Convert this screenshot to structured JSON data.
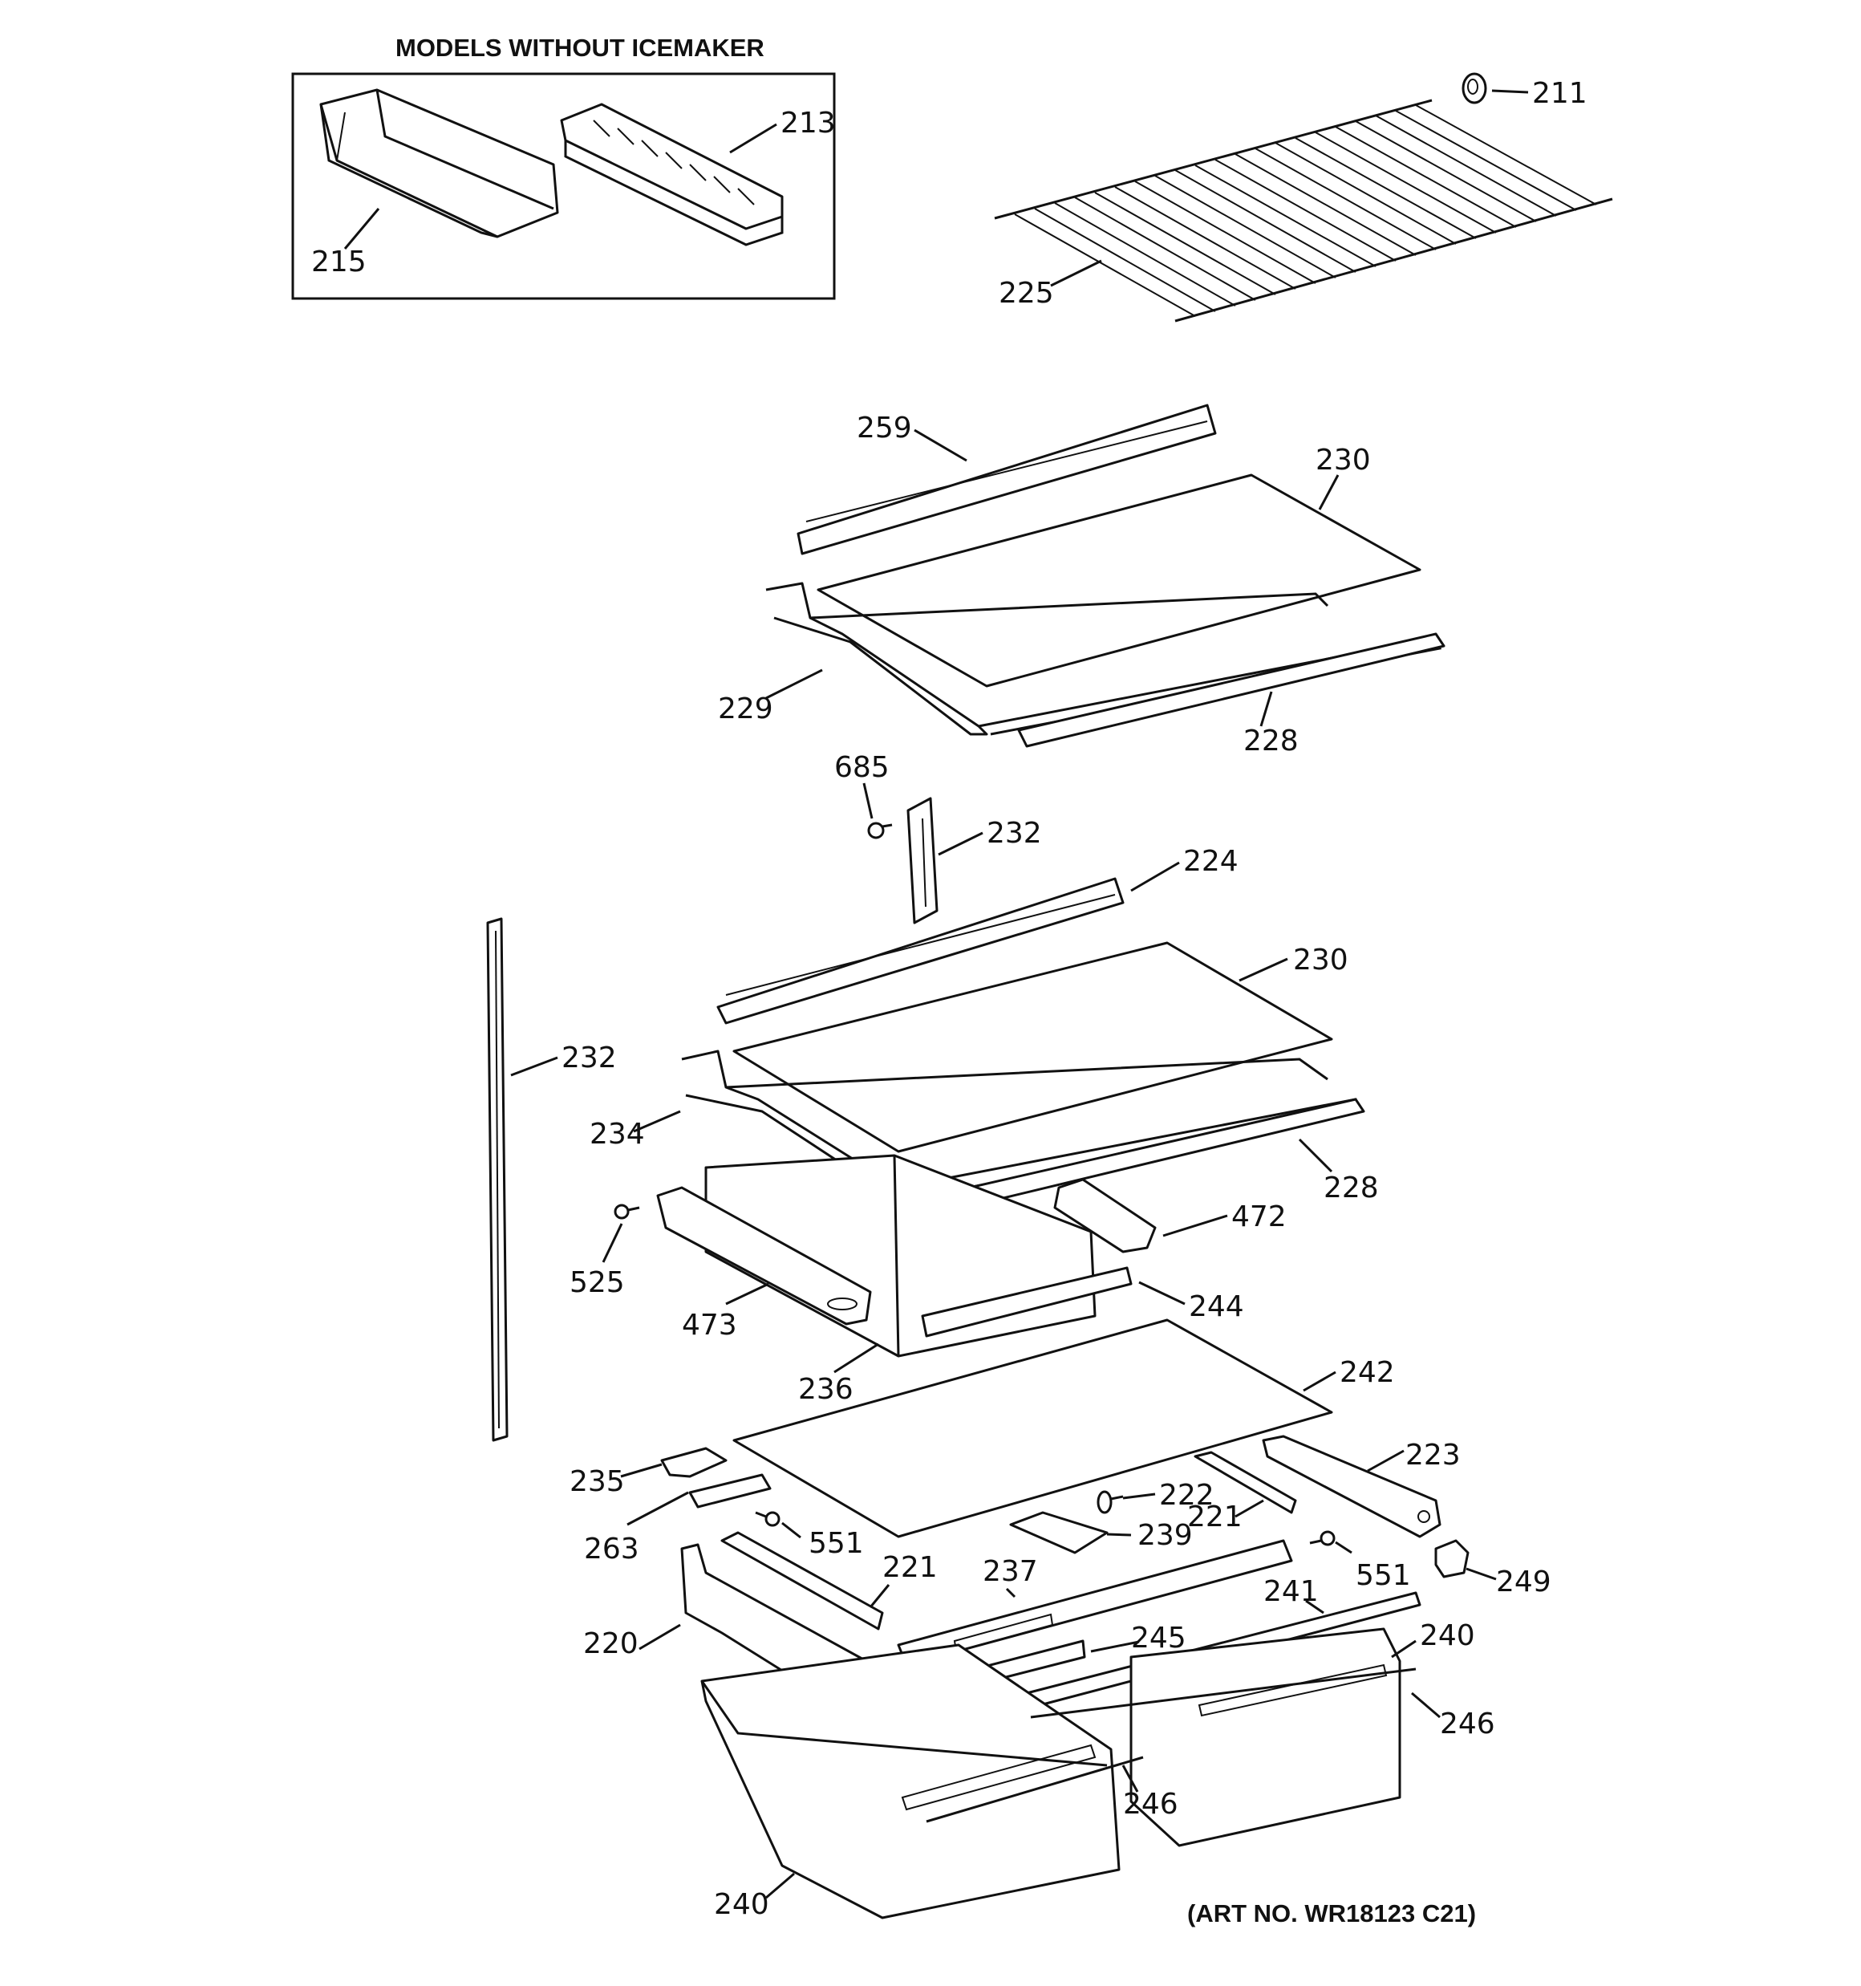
{
  "header": "MODELS WITHOUT ICEMAKER",
  "art_number": "(ART NO. WR18123 C21)",
  "labels": {
    "p211": "211",
    "p213": "213",
    "p215": "215",
    "p225": "225",
    "p259": "259",
    "p230a": "230",
    "p229": "229",
    "p228a": "228",
    "p685": "685",
    "p232a": "232",
    "p224": "224",
    "p230b": "230",
    "p232b": "232",
    "p234": "234",
    "p228b": "228",
    "p472": "472",
    "p525": "525",
    "p473": "473",
    "p244": "244",
    "p236": "236",
    "p242": "242",
    "p235": "235",
    "p223": "223",
    "p222": "222",
    "p263": "263",
    "p551a": "551",
    "p239": "239",
    "p221a": "221",
    "p221b": "221",
    "p551b": "551",
    "p249": "249",
    "p237": "237",
    "p241": "241",
    "p220": "220",
    "p245": "245",
    "p240a": "240",
    "p246a": "246",
    "p246b": "246",
    "p240b": "240"
  }
}
